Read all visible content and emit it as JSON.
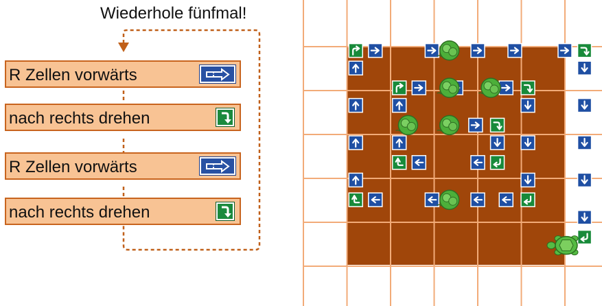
{
  "program": {
    "loop_label": "Wiederhole fünfmal!",
    "blocks": [
      {
        "label": "R Zellen vorwärts",
        "icon": "forward-sign-icon"
      },
      {
        "label": "nach rechts drehen",
        "icon": "turn-right-sign-icon"
      },
      {
        "label": "R Zellen vorwärts",
        "icon": "forward-sign-icon"
      },
      {
        "label": "nach rechts drehen",
        "icon": "turn-right-sign-icon"
      }
    ]
  },
  "board": {
    "colors": {
      "cell_border": "#f2ab78",
      "spiral_area": "#a0460a",
      "blue_sign": "#1f4fa3",
      "green_sign": "#188a3a",
      "lettuce": "#4caf3a",
      "turtle": "#55bb44"
    },
    "signs": [
      {
        "kind": "turn-right-up",
        "col": 1.2,
        "row": 1.15
      },
      {
        "kind": "arrow-right",
        "col": 1.65,
        "row": 1.15
      },
      {
        "kind": "arrow-right",
        "col": 2.95,
        "row": 1.15
      },
      {
        "kind": "arrow-right",
        "col": 4.0,
        "row": 1.15
      },
      {
        "kind": "arrow-right",
        "col": 4.85,
        "row": 1.15
      },
      {
        "kind": "arrow-right",
        "col": 6.0,
        "row": 1.15
      },
      {
        "kind": "turn-down",
        "col": 6.45,
        "row": 1.15
      },
      {
        "kind": "arrow-up",
        "col": 1.2,
        "row": 1.55
      },
      {
        "kind": "arrow-down",
        "col": 6.45,
        "row": 1.55
      },
      {
        "kind": "turn-right-up",
        "col": 2.2,
        "row": 2.0
      },
      {
        "kind": "arrow-right",
        "col": 2.65,
        "row": 2.0
      },
      {
        "kind": "arrow-right",
        "col": 3.5,
        "row": 2.0
      },
      {
        "kind": "arrow-right",
        "col": 4.65,
        "row": 2.0
      },
      {
        "kind": "turn-down",
        "col": 5.15,
        "row": 2.0
      },
      {
        "kind": "arrow-up",
        "col": 1.2,
        "row": 2.4
      },
      {
        "kind": "arrow-up",
        "col": 2.2,
        "row": 2.4
      },
      {
        "kind": "arrow-down",
        "col": 5.15,
        "row": 2.4
      },
      {
        "kind": "arrow-down",
        "col": 6.45,
        "row": 2.4
      },
      {
        "kind": "arrow-right",
        "col": 3.95,
        "row": 2.85
      },
      {
        "kind": "turn-down",
        "col": 4.45,
        "row": 2.85
      },
      {
        "kind": "arrow-up",
        "col": 1.2,
        "row": 3.25
      },
      {
        "kind": "arrow-up",
        "col": 2.2,
        "row": 3.25
      },
      {
        "kind": "arrow-down",
        "col": 4.45,
        "row": 3.25
      },
      {
        "kind": "arrow-down",
        "col": 5.15,
        "row": 3.25
      },
      {
        "kind": "arrow-down",
        "col": 6.45,
        "row": 3.25
      },
      {
        "kind": "turn-up-left",
        "col": 2.2,
        "row": 3.7
      },
      {
        "kind": "arrow-left",
        "col": 2.65,
        "row": 3.7
      },
      {
        "kind": "arrow-left",
        "col": 4.0,
        "row": 3.7
      },
      {
        "kind": "turn-left-down",
        "col": 4.45,
        "row": 3.7
      },
      {
        "kind": "arrow-up",
        "col": 1.2,
        "row": 4.1
      },
      {
        "kind": "arrow-down",
        "col": 5.15,
        "row": 4.1
      },
      {
        "kind": "arrow-down",
        "col": 6.45,
        "row": 4.1
      },
      {
        "kind": "turn-up-left",
        "col": 1.2,
        "row": 4.55
      },
      {
        "kind": "arrow-left",
        "col": 1.65,
        "row": 4.55
      },
      {
        "kind": "arrow-left",
        "col": 2.95,
        "row": 4.55
      },
      {
        "kind": "arrow-left",
        "col": 4.0,
        "row": 4.55
      },
      {
        "kind": "arrow-left",
        "col": 4.65,
        "row": 4.55
      },
      {
        "kind": "turn-left-down",
        "col": 5.15,
        "row": 4.55
      },
      {
        "kind": "arrow-down",
        "col": 6.45,
        "row": 4.95
      },
      {
        "kind": "turn-left-down",
        "col": 6.45,
        "row": 5.4
      }
    ],
    "lettuces": [
      {
        "col": 3.35,
        "row": 1.15
      },
      {
        "col": 3.35,
        "row": 2.0
      },
      {
        "col": 4.3,
        "row": 2.0
      },
      {
        "col": 2.4,
        "row": 2.85
      },
      {
        "col": 3.35,
        "row": 2.85
      },
      {
        "col": 3.35,
        "row": 4.55
      }
    ],
    "turtle": {
      "col": 6.0,
      "row": 5.4
    }
  }
}
